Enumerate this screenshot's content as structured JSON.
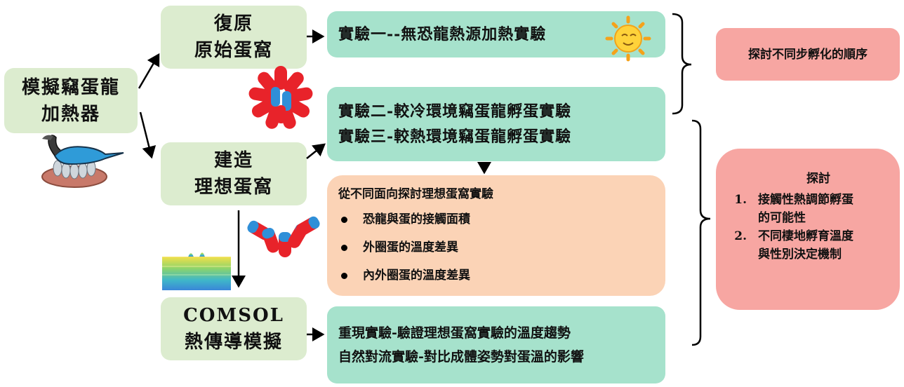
{
  "nodes": {
    "heater": {
      "line1": "模擬竊蛋龍",
      "line2": "加熱器"
    },
    "restore": {
      "line1": "復原",
      "line2": "原始蛋窩"
    },
    "build": {
      "line1": "建造",
      "line2": "理想蛋窩"
    },
    "comsol": {
      "line1": "COMSOL",
      "line2": "熱傳導模擬"
    },
    "exp1": {
      "text": "實驗一--無恐龍熱源加熱實驗"
    },
    "exp23": {
      "line1": "實驗二-較冷環境竊蛋龍孵蛋實驗",
      "line2": "實驗三-較熱環境竊蛋龍孵蛋實驗"
    },
    "ideal": {
      "title": "從不同面向探討理想蛋窩實驗",
      "bullets": [
        "恐龍與蛋的接觸面積",
        "外圈蛋的溫度差異",
        "內外圈蛋的溫度差異"
      ]
    },
    "reproduce": {
      "line1": "重現實驗-驗證理想蛋窩實驗的溫度趨勢",
      "line2": "自然對流實驗-對比成體姿勢對蛋溫的影響"
    },
    "order": {
      "text": "探討不同步孵化的順序"
    },
    "discuss": {
      "title": "探討",
      "items": [
        {
          "num": "1.",
          "line1": "接觸性熱調節孵蛋",
          "line2": "的可能性"
        },
        {
          "num": "2.",
          "line1": "不同棲地孵育溫度",
          "line2": "與性別決定機制"
        }
      ]
    }
  },
  "icons": [
    "sun-icon",
    "dinosaur-nest-icon",
    "egg-ring-icon",
    "egg-arc-icon",
    "heatmap-thumbnail-icon"
  ],
  "colors": {
    "green": "#dceccf",
    "teal": "#a6e2cc",
    "peach": "#fbd3b6",
    "pink": "#f7a6a2",
    "egg_red": "#e8232a",
    "egg_blue": "#2f8fd8"
  }
}
